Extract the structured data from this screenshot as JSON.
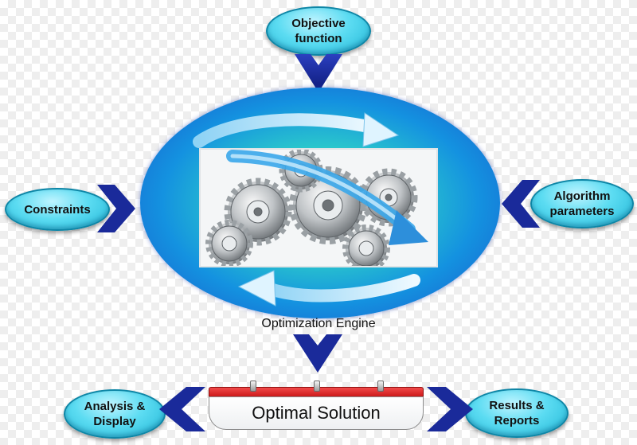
{
  "nodes": {
    "objective": "Objective\nfunction",
    "constraints": "Constraints",
    "algorithm": "Algorithm\nparameters",
    "analysis": "Analysis &\nDisplay",
    "results": "Results &\nReports"
  },
  "engine": {
    "label": "Optimization Engine"
  },
  "solution": {
    "label": "Optimal Solution"
  },
  "colors": {
    "pill": "#5cdcf2",
    "pill_border": "#0e86a6",
    "chevron": "#1a2a9a",
    "oval_outer": "#1a52c8",
    "oval_inner": "#6ff0c0",
    "solution_bar": "#d81e1e",
    "curve_arrow": "#cfeefc"
  },
  "icons": {
    "engine": "gears-icon",
    "flow": "chevron-arrow-icon"
  }
}
